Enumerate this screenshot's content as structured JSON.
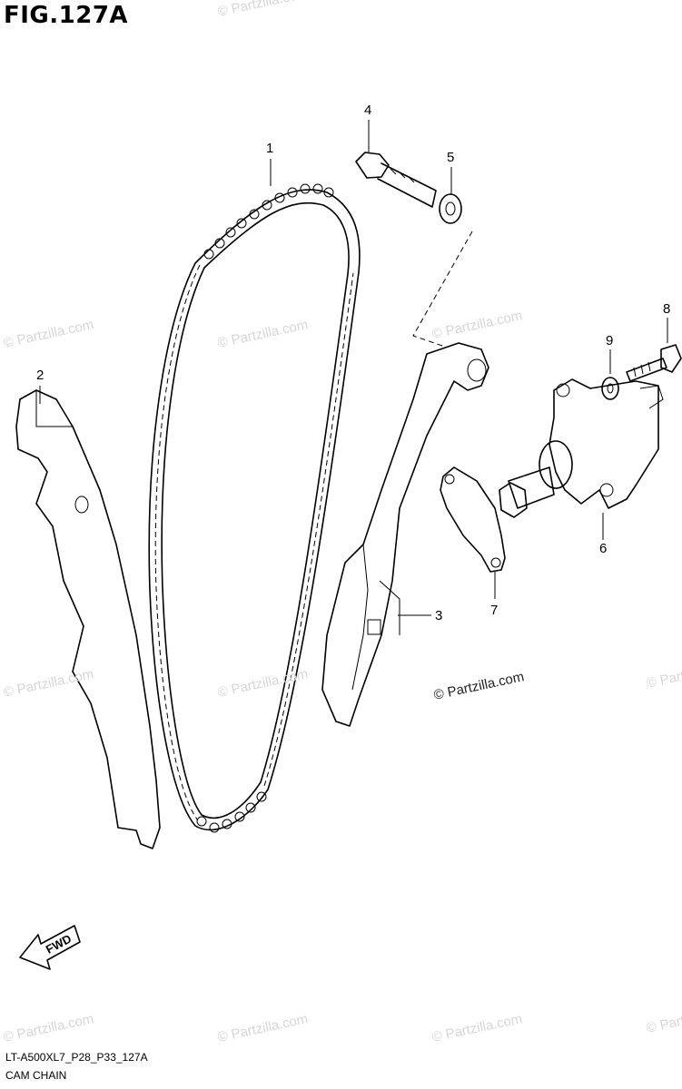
{
  "figure": {
    "title": "FIG.127A",
    "model_code": "LT-A500XL7_P28_P33_127A",
    "section_name": "CAM CHAIN"
  },
  "callouts": [
    "1",
    "2",
    "3",
    "4",
    "5",
    "6",
    "7",
    "8",
    "9"
  ],
  "watermark": "© Partzilla.com",
  "fwd_label": "FWD"
}
